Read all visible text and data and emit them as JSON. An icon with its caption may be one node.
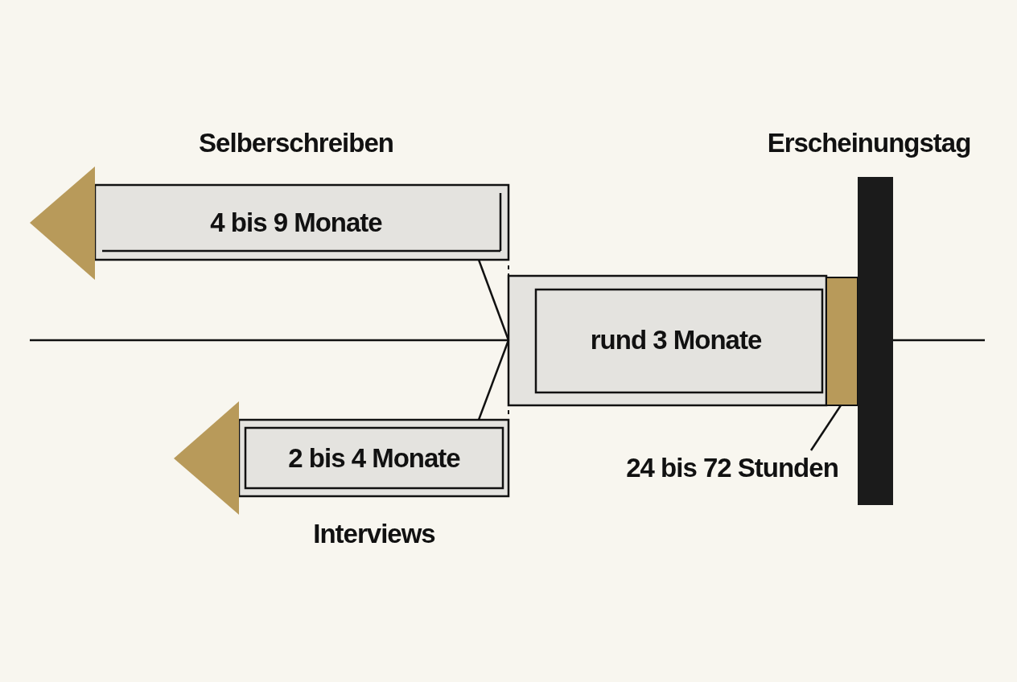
{
  "diagram": {
    "nodes": [
      {
        "text": [
          "Selberschreiben",
          "4 bis 9 Monate"
        ]
      },
      {
        "text": [
          "2 bis 4 Monate",
          "Interviews"
        ]
      },
      {
        "text": [
          "rund 3 Monate"
        ]
      },
      {
        "text": [],
        "shape": "bar"
      },
      {
        "text": [
          "24 bis 72 Stunden"
        ]
      },
      {
        "text": [
          "Erscheinungstag"
        ]
      }
    ],
    "edges": [
      {
        "from": 2,
        "to": 0,
        "arrow": "none"
      },
      {
        "from": 2,
        "to": 1,
        "arrow": "none"
      },
      {
        "from": 4,
        "to": 3,
        "arrow": "none"
      }
    ]
  }
}
